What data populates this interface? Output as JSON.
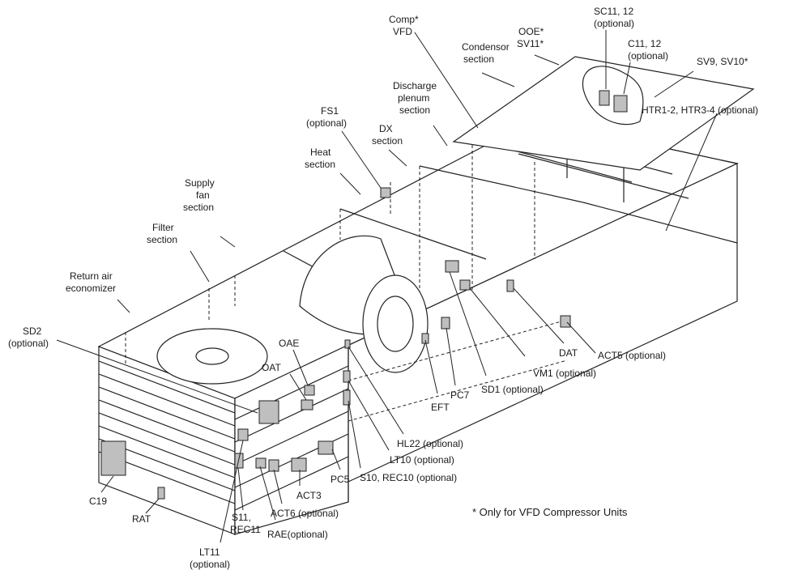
{
  "labels": {
    "comp_vfd": [
      "Comp*",
      "VFD"
    ],
    "ooe_sv11": [
      "OOE*",
      "SV11*"
    ],
    "sc11_12": [
      "SC11, 12",
      "(optional)"
    ],
    "c11_12": [
      "C11, 12",
      "(optional)"
    ],
    "sv9_sv10": [
      "SV9, SV10*"
    ],
    "condensor": [
      "Condensor",
      "section"
    ],
    "discharge": [
      "Discharge",
      "plenum",
      "section"
    ],
    "htr": [
      "HTR1-2, HTR3-4 (optional)"
    ],
    "fs1": [
      "FS1",
      "(optional)"
    ],
    "dx": [
      "DX",
      "section"
    ],
    "heat": [
      "Heat",
      "section"
    ],
    "supply_fan": [
      "Supply",
      "fan",
      "section"
    ],
    "filter": [
      "Filter",
      "section"
    ],
    "return_air": [
      "Return air",
      "economizer"
    ],
    "sd2": [
      "SD2",
      "(optional)"
    ],
    "oae": [
      "OAE"
    ],
    "oat": [
      "OAT"
    ],
    "act5": [
      "ACT5 (optional)"
    ],
    "dat": [
      "DAT"
    ],
    "vm1": [
      "VM1 (optional)"
    ],
    "sd1": [
      "SD1 (optional)"
    ],
    "pc7": [
      "PC7"
    ],
    "eft": [
      "EFT"
    ],
    "hl22": [
      "HL22 (optional)"
    ],
    "lt10": [
      "LT10 (optional)"
    ],
    "s10": [
      "S10, REC10 (optional)"
    ],
    "pc5": [
      "PC5"
    ],
    "act3": [
      "ACT3"
    ],
    "act6": [
      "ACT6 (optional)"
    ],
    "rae": [
      "RAE(optional)"
    ],
    "s11": [
      "S11,",
      "REC11"
    ],
    "lt11": [
      "LT11",
      "(optional)"
    ],
    "c19": [
      "C19"
    ],
    "rat": [
      "RAT"
    ]
  },
  "footnote": "* Only for VFD Compressor Units"
}
